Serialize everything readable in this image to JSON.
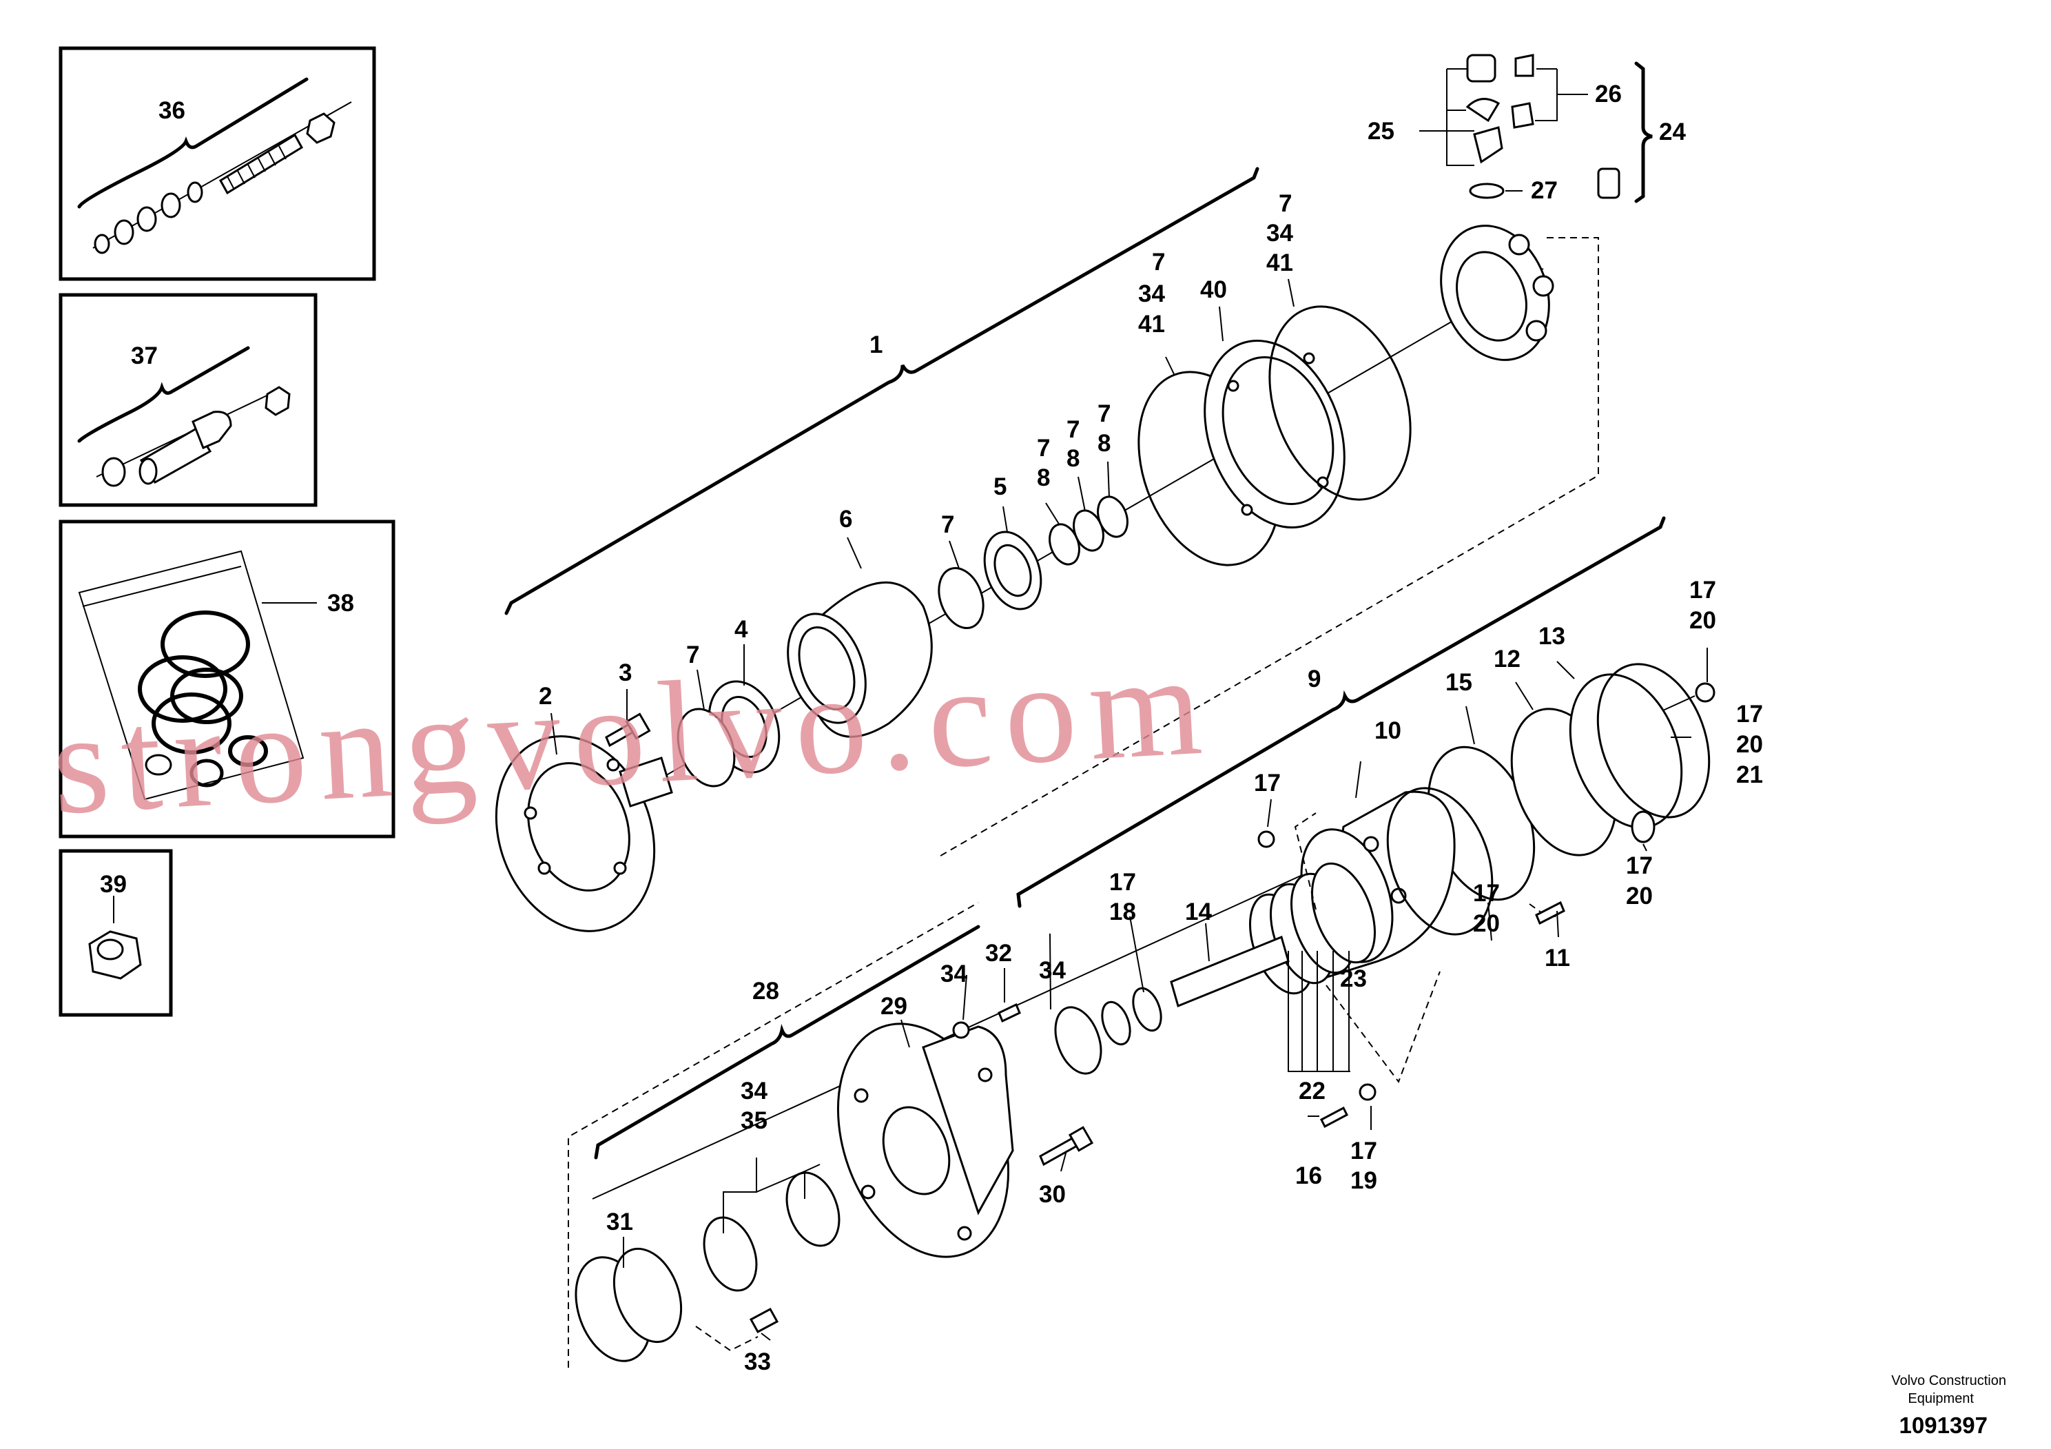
{
  "inset_labels": {
    "repair_kit_1": "36",
    "repair_kit_2": "37",
    "seal_kit": "38",
    "nut": "39"
  },
  "callouts": {
    "c1": "1",
    "c2": "2",
    "c3": "3",
    "c4": "4",
    "c5": "5",
    "c6": "6",
    "c7a": "7",
    "c7b": "7",
    "c7c": "7",
    "c7d": "7",
    "c7e": "7",
    "c7f": "7",
    "c7g": "7",
    "c8a": "8",
    "c8b": "8",
    "c8c": "8",
    "c34a": "34",
    "c34b": "34",
    "c41a": "41",
    "c41b": "41",
    "c40": "40",
    "c9": "9",
    "c10": "10",
    "c11": "11",
    "c12": "12",
    "c13": "13",
    "c14": "14",
    "c15": "15",
    "c16": "16",
    "c17a": "17",
    "c17b": "17",
    "c17c": "17",
    "c17d": "17",
    "c17e": "17",
    "c17f": "17",
    "c17g": "17",
    "c18": "18",
    "c19": "19",
    "c20a": "20",
    "c20b": "20",
    "c20c": "20",
    "c20d": "20",
    "c21": "21",
    "c22": "22",
    "c23": "23",
    "c24": "24",
    "c25": "25",
    "c26": "26",
    "c27": "27",
    "c28": "28",
    "c29": "29",
    "c30": "30",
    "c31": "31",
    "c32": "32",
    "c33": "33",
    "c34c": "34",
    "c34d": "34",
    "c35": "35"
  },
  "watermark": "strongvolvo.com",
  "company": {
    "line1": "Volvo Construction",
    "line2": "Equipment"
  },
  "drawing_number": "1091397"
}
